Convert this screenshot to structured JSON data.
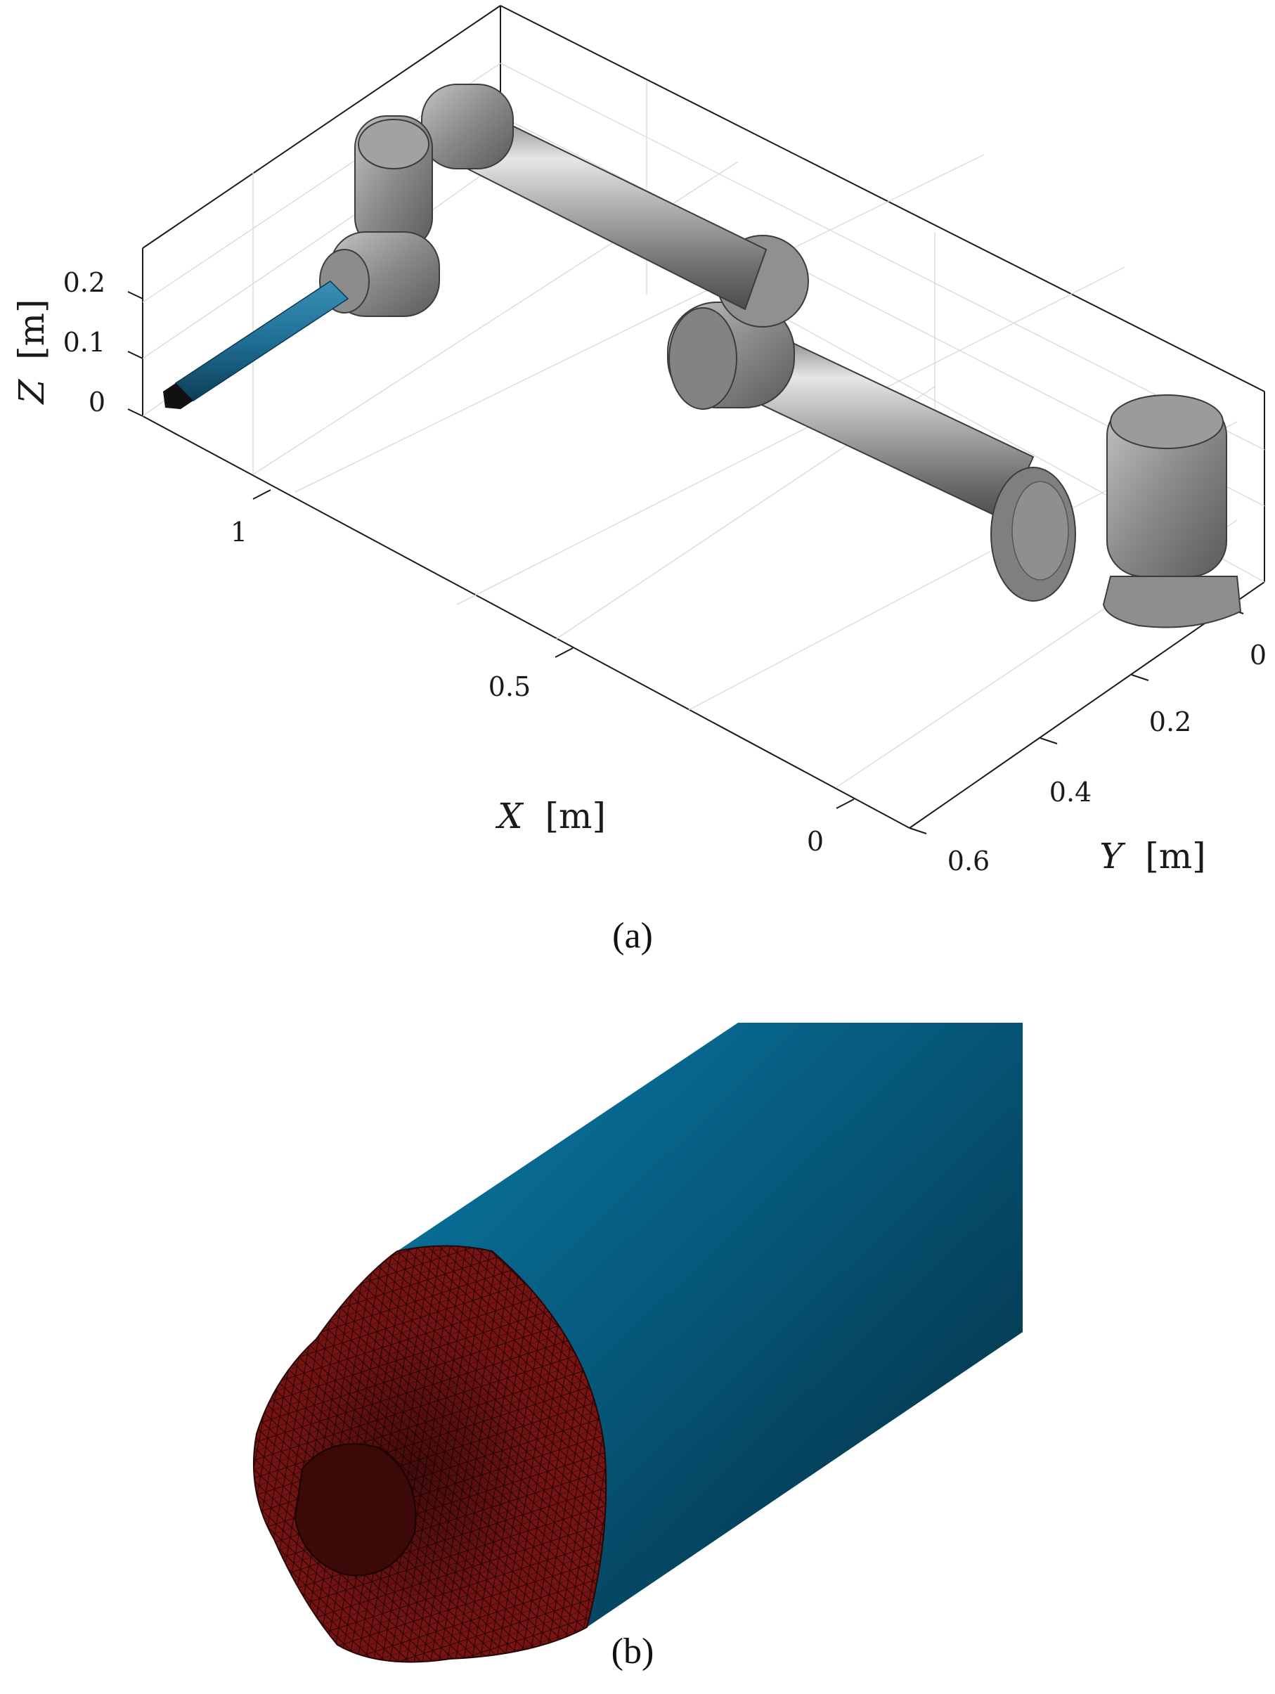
{
  "panel_a": {
    "caption": "(a)",
    "axes": {
      "z": {
        "label_var": "Z",
        "label_unit": "[m]",
        "ticks": [
          "0.2",
          "0.1",
          "0"
        ]
      },
      "x": {
        "label_var": "X",
        "label_unit": "[m]",
        "ticks": [
          "1",
          "0.5",
          "0"
        ]
      },
      "y": {
        "label_var": "Y",
        "label_unit": "[m]",
        "ticks": [
          "0",
          "0.2",
          "0.4",
          "0.6"
        ]
      }
    },
    "colors": {
      "robot": "#8e8e8e",
      "robot_highlight": "#d9d9d9",
      "tool": "#1f6f95",
      "tip": "#111111"
    }
  },
  "panel_b": {
    "caption": "(b)",
    "colors": {
      "tool": "#0b6f98",
      "tool_shadow": "#063349",
      "mesh": "#7a1414",
      "mesh_line": "#2a0505"
    }
  }
}
